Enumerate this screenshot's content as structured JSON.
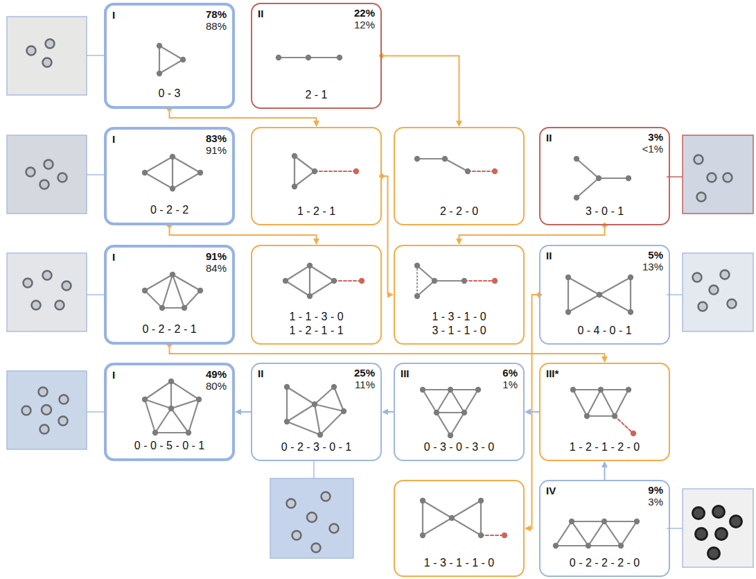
{
  "diagram": {
    "nodes": [
      {
        "text": [
          "I",
          "78%",
          "88%",
          "0 - 3"
        ]
      },
      {
        "text": [
          "II",
          "22%",
          "12%",
          "2 - 1"
        ]
      },
      {
        "text": [
          "I",
          "83%",
          "91%",
          "0 - 2 - 2"
        ]
      },
      {
        "text": [
          "1 - 2 - 1"
        ]
      },
      {
        "text": [
          "2 - 2 - 0"
        ]
      },
      {
        "text": [
          "II",
          "3%",
          "<1%",
          "3 - 0 - 1"
        ]
      },
      {
        "text": [
          "I",
          "91%",
          "84%",
          "0 - 2 - 2 - 1"
        ]
      },
      {
        "text": [
          "1 - 1 - 3 - 0",
          "1 - 2 - 1 - 1"
        ]
      },
      {
        "text": [
          "1 - 3 - 1 - 0",
          "3 - 1 - 1 - 0"
        ]
      },
      {
        "text": [
          "II",
          "5%",
          "13%",
          "0 - 4 - 0 - 1"
        ]
      },
      {
        "text": [
          "I",
          "49%",
          "80%",
          "0 - 0 - 5 - 0 - 1"
        ]
      },
      {
        "text": [
          "II",
          "25%",
          "11%",
          "0 - 2 - 3 - 0 - 1"
        ]
      },
      {
        "text": [
          "III",
          "6%",
          "1%",
          "0 - 3 - 0 - 3 - 0"
        ]
      },
      {
        "text": [
          "III*",
          "1 - 2 - 1 - 2 - 0"
        ]
      },
      {
        "text": [
          "1 - 3 - 1 - 1 - 0"
        ]
      },
      {
        "text": [
          "IV",
          "9%",
          "3%",
          "0 - 2 - 2 - 2 - 0"
        ]
      }
    ],
    "edges": [
      {
        "from": 0,
        "to": 3,
        "arrow": "to"
      },
      {
        "from": 1,
        "to": 4,
        "arrow": "to"
      },
      {
        "from": 2,
        "to": 7,
        "arrow": "to"
      },
      {
        "from": 3,
        "to": 8,
        "arrow": "to"
      },
      {
        "from": 5,
        "to": 8,
        "arrow": "to"
      },
      {
        "from": 6,
        "to": 13,
        "arrow": "to"
      },
      {
        "from": 9,
        "to": 14,
        "arrow": "to"
      },
      {
        "from": 13,
        "to": 12,
        "arrow": "to"
      },
      {
        "from": 12,
        "to": 11,
        "arrow": "to"
      },
      {
        "from": 11,
        "to": 10,
        "arrow": "to"
      },
      {
        "from": 15,
        "to": 13,
        "arrow": "to"
      }
    ]
  }
}
